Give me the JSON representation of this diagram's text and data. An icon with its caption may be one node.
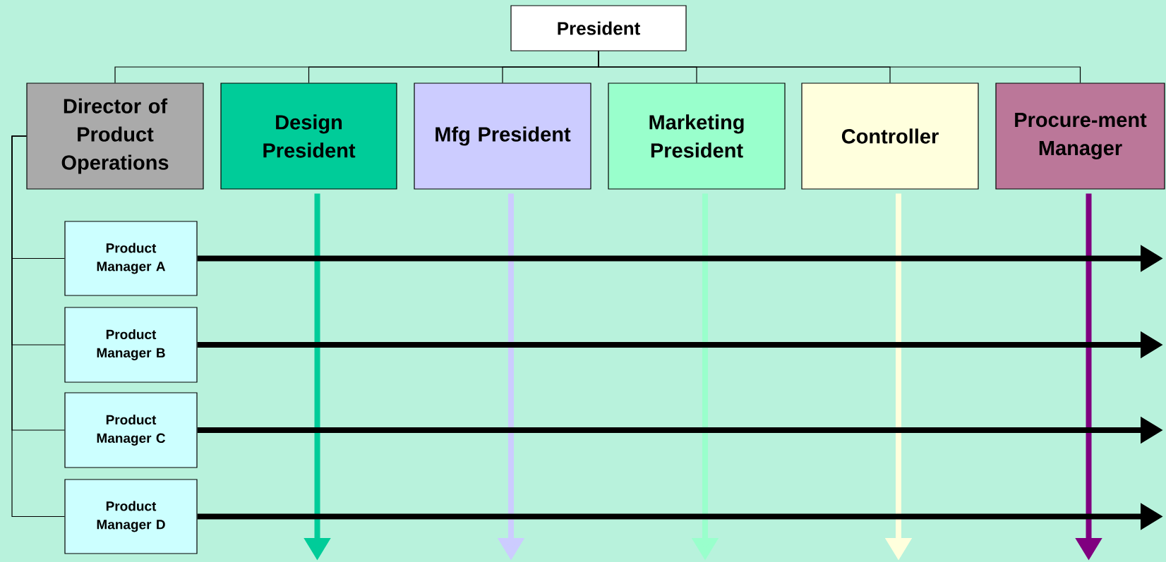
{
  "diagram": {
    "nodes": [
      {
        "text": [
          "President"
        ]
      },
      {
        "text": [
          "Director of Product Operations"
        ]
      },
      {
        "text": [
          "Design President"
        ]
      },
      {
        "text": [
          "Mfg President"
        ]
      },
      {
        "text": [
          "Marketing President"
        ]
      },
      {
        "text": [
          "Controller"
        ]
      },
      {
        "text": [
          "Procure-ment Manager"
        ]
      },
      {
        "text": [
          "Product Manager A"
        ]
      },
      {
        "text": [
          "Product Manager B"
        ]
      },
      {
        "text": [
          "Product Manager C"
        ]
      },
      {
        "text": [
          "Product Manager D"
        ]
      }
    ],
    "edges": [
      {
        "from": 0,
        "to": 1,
        "arrow": "none"
      },
      {
        "from": 0,
        "to": 2,
        "arrow": "none"
      },
      {
        "from": 0,
        "to": 3,
        "arrow": "none"
      },
      {
        "from": 0,
        "to": 4,
        "arrow": "none"
      },
      {
        "from": 0,
        "to": 5,
        "arrow": "none"
      },
      {
        "from": 0,
        "to": 6,
        "arrow": "none"
      },
      {
        "from": 1,
        "to": 7,
        "arrow": "none"
      },
      {
        "from": 1,
        "to": 8,
        "arrow": "none"
      },
      {
        "from": 1,
        "to": 9,
        "arrow": "none"
      },
      {
        "from": 1,
        "to": 10,
        "arrow": "none"
      },
      {
        "from": 2,
        "to": null,
        "arrow": "to",
        "style": "thick",
        "color": "#00cc99"
      },
      {
        "from": 3,
        "to": null,
        "arrow": "to",
        "style": "thick",
        "color": "#ccccff"
      },
      {
        "from": 4,
        "to": null,
        "arrow": "to",
        "style": "thick",
        "color": "#99ffcc"
      },
      {
        "from": 5,
        "to": null,
        "arrow": "to",
        "style": "thick",
        "color": "#ffffdd"
      },
      {
        "from": 6,
        "to": null,
        "arrow": "to",
        "style": "thick",
        "color": "#800080"
      },
      {
        "from": 7,
        "to": null,
        "arrow": "to",
        "style": "thick"
      },
      {
        "from": 8,
        "to": null,
        "arrow": "to",
        "style": "thick"
      },
      {
        "from": 9,
        "to": null,
        "arrow": "to",
        "style": "thick"
      },
      {
        "from": 10,
        "to": null,
        "arrow": "to",
        "style": "thick"
      }
    ]
  }
}
